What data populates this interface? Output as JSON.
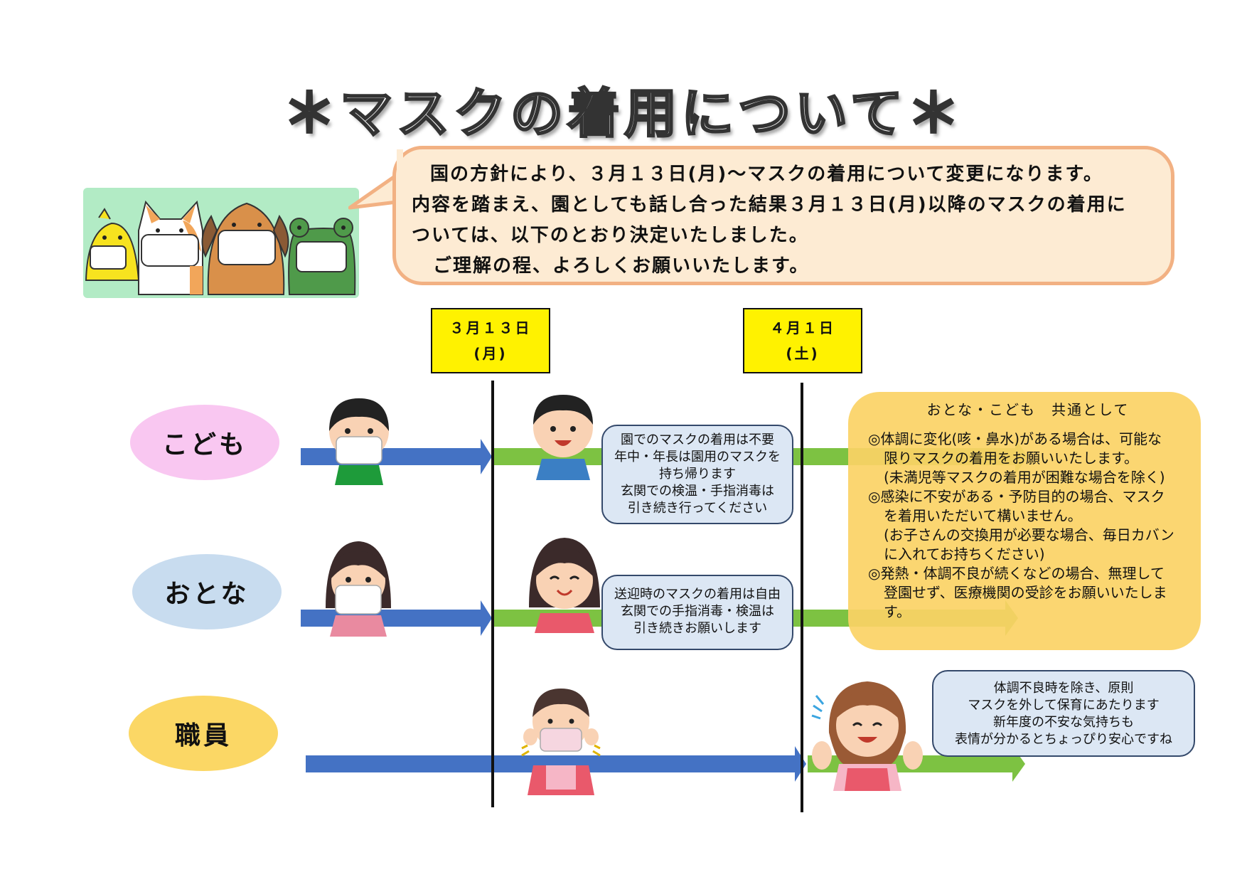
{
  "title": "＊マスクの着用について＊",
  "intro": {
    "lines": [
      "国の方針により、３月１３日(月)～マスクの着用について変更になります。",
      "内容を踏まえ、園としても話し合った結果３月１３日(月)以降のマスクの着用に",
      "ついては、以下のとおり決定いたしました。",
      "ご理解の程、よろしくお願いいたします。"
    ]
  },
  "dates": [
    {
      "date": "３月１３日",
      "day": "(月)"
    },
    {
      "date": "４月１日",
      "day": "(土)"
    }
  ],
  "rows": [
    {
      "label": "こども",
      "color": "#f9c7f1"
    },
    {
      "label": "おとな",
      "color": "#c8dcef"
    },
    {
      "label": "職員",
      "color": "#fbd765"
    }
  ],
  "notes": {
    "kodomo": [
      "園でのマスクの着用は不要",
      "年中・年長は園用のマスクを",
      "持ち帰ります",
      "玄関での検温・手指消毒は",
      "引き続き行ってください"
    ],
    "otona": [
      "送迎時のマスクの着用は自由",
      "玄関での手指消毒・検温は",
      "引き続きお願いします"
    ],
    "shokuin": [
      "体調不良時を除き、原則",
      "マスクを外して保育にあたります",
      "新年度の不安な気持ちも",
      "表情が分かるとちょっぴり安心ですね"
    ]
  },
  "common": {
    "title": "おとな・こども　共通として",
    "items": [
      {
        "lines": [
          "◎体調に変化(咳・鼻水)がある場合は、可能な",
          "限りマスクの着用をお願いいたします。",
          "(未満児等マスクの着用が困難な場合を除く)"
        ]
      },
      {
        "lines": [
          "◎感染に不安がある・予防目的の場合、マスク",
          "を着用いただいて構いません。",
          "(お子さんの交換用が必要な場合、毎日カバン",
          "に入れてお持ちください)"
        ]
      },
      {
        "lines": [
          "◎発熱・体調不良が続くなどの場合、無理して",
          "登園せず、医療機関の受診をお願いいたしま",
          "す。"
        ]
      }
    ]
  },
  "colors": {
    "arrow_blue": "#4472c4",
    "arrow_green": "#7dc242",
    "date_yellow": "#fff200",
    "bubble_fill": "#fdebd3",
    "bubble_border": "#f2b183"
  }
}
